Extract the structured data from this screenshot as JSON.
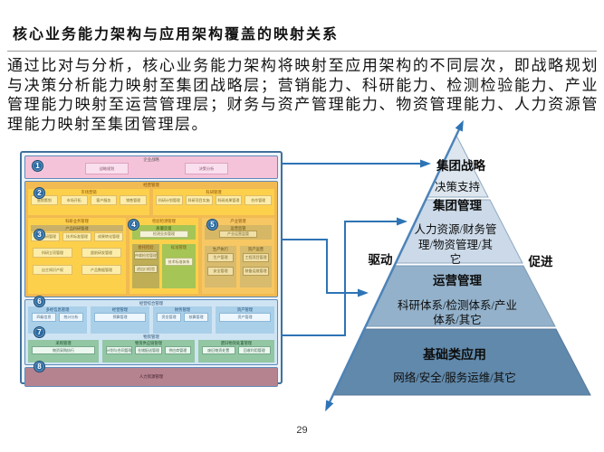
{
  "slide": {
    "title": "核心业务能力架构与应用架构覆盖的映射关系",
    "paragraph": "通过比对与分析，核心业务能力架构将映射至应用架构的不同层次，即战略规划与决策分析能力映射至集团战略层；营销能力、科研能力、检测检验能力、产业管理能力映射至运营管理层；财务与资产管理能力、物资管理能力、人力资源管理能力映射至集团管理层。",
    "page_number": "29"
  },
  "capability_map": {
    "badges": [
      "1",
      "2",
      "3",
      "4",
      "5",
      "6",
      "7",
      "8"
    ],
    "strategy_band": {
      "title": "企业战略",
      "boxes": [
        "战略规划",
        "决策分析"
      ]
    },
    "business_band": {
      "title": "经营管理",
      "marketing_panel": {
        "title": "市场营销",
        "boxes": [
          "营销策划",
          "市场开拓",
          "客户服务",
          "销售管理"
        ]
      },
      "research_panel": {
        "title": "科研管理",
        "boxes": [
          "科研计划管理",
          "科研项目实施",
          "科研成果管理",
          "合作管理"
        ]
      },
      "col_research": {
        "title": "科研业务管理",
        "khaki_title": "产品科研管理",
        "khaki_boxes": [
          "产品科研管理",
          "技术标准管理",
          "成果转化管理"
        ],
        "grid_boxes": [
          "科研立项管理",
          "超前研发管理",
          "自主知识产权",
          "产品数据管理"
        ]
      },
      "col_testing": {
        "title": "检验检测管理",
        "green_title": "质量监督",
        "green_box": "检测业务管理",
        "left_sub": {
          "title": "委托检验",
          "boxes": [
            "仲裁检验管理",
            "进出口检验"
          ]
        },
        "right_sub": {
          "title": "标准管理",
          "boxes": [
            "技术标准体系"
          ]
        }
      },
      "col_industry": {
        "title": "产业管理",
        "khaki_title": "运营监管",
        "khaki_box": "产业运营监管",
        "left_sub": {
          "title": "生产执行",
          "boxes": [
            "生产管理",
            "安全管理"
          ]
        },
        "right_sub": {
          "title": "资产运营",
          "boxes": [
            "工程项目管理",
            "装备运维管理"
          ]
        }
      }
    },
    "management_band": {
      "title": "经营综合管理",
      "row6_panels": [
        {
          "title": "多经信息管理",
          "boxes": [
            "四级信息",
            "统计分析"
          ]
        },
        {
          "title": "经营管理",
          "boxes": [
            "预算管理"
          ]
        },
        {
          "title": "财务管理",
          "boxes": [
            "资金管理",
            "核算管理"
          ]
        },
        {
          "title": "资产管理",
          "boxes": [
            "资产管理"
          ]
        }
      ],
      "row7_title": "物资管理",
      "row7_panels": [
        {
          "title": "采购管理",
          "boxes": [
            "物资采购执行"
          ]
        },
        {
          "title": "物资供应链管理",
          "boxes": [
            "计划与合同管理",
            "仓储配送管理",
            "供应商管理"
          ]
        },
        {
          "title": "废旧物资处置管理",
          "boxes": [
            "废旧物资处置",
            "回收利用管理"
          ]
        }
      ]
    },
    "hr_band": {
      "title": "人力资源管理"
    }
  },
  "pyramid": {
    "tier1": {
      "title": "集团战略",
      "sub": "决策支持"
    },
    "tier2": {
      "title": "集团管理",
      "lines": [
        "人力资源/财务管",
        "理/物资管理/其",
        "它"
      ]
    },
    "tier3": {
      "title": "运营管理",
      "lines": [
        "科研体系/检测体系/产业",
        "体系/其它"
      ]
    },
    "tier4": {
      "title": "基础类应用",
      "sub": "网络/安全/服务运维/其它"
    },
    "left_label": "驱动",
    "right_label": "促进"
  },
  "colors": {
    "accent_blue": "#2e74b5",
    "tier1": "#dde6ef",
    "tier2": "#cbd9e8",
    "tier3": "#93b1ca",
    "tier4": "#6189ab"
  }
}
